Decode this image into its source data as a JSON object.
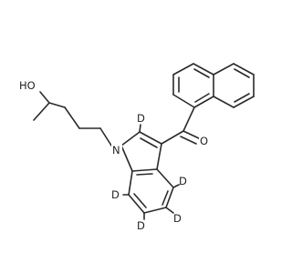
{
  "structure": {
    "atoms": {
      "hydroxyl": "HO",
      "nitrogen": "N",
      "oxygen": "O",
      "deuterium_c2": "D",
      "deuterium_c4": "D",
      "deuterium_c5": "D",
      "deuterium_c6": "D",
      "deuterium_c7": "D"
    }
  }
}
